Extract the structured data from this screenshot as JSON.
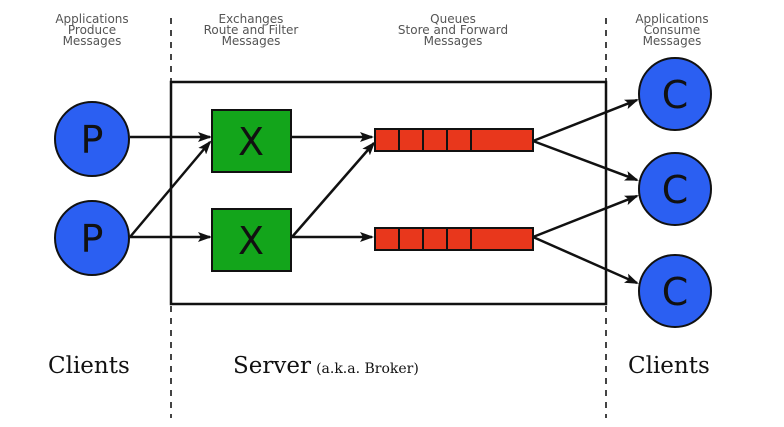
{
  "headers": {
    "producers": [
      "Applications",
      "Produce",
      "Messages"
    ],
    "exchanges": [
      "Exchanges",
      "Route and Filter",
      "Messages"
    ],
    "queues": [
      "Queues",
      "Store and Forward",
      "Messages"
    ],
    "consumers": [
      "Applications",
      "Consume",
      "Messages"
    ]
  },
  "nodes": {
    "producer_label": "P",
    "exchange_label": "X",
    "consumer_label": "C"
  },
  "footers": {
    "clients_left": "Clients",
    "server": "Server",
    "server_note": "(a.k.a. Broker)",
    "clients_right": "Clients"
  },
  "colors": {
    "producer": "#2b5ff2",
    "exchange": "#13a51b",
    "queue": "#e8371c",
    "consumer": "#2b5ff2",
    "line": "#111111",
    "separator": "#444444"
  }
}
